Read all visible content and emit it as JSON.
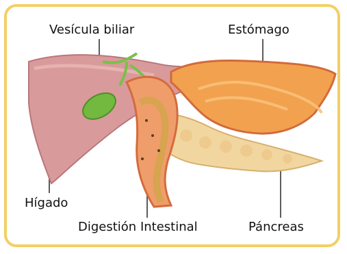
{
  "labels": {
    "gallbladder": "Vesícula biliar",
    "stomach": "Estómago",
    "liver": "Hígado",
    "intestine": "Digestión Intestinal",
    "pancreas": "Páncreas"
  },
  "colors": {
    "frame": "#f3cf63",
    "liver": "#d99a9b",
    "gallbladder": "#73b83f",
    "stomach": "#f2a24e",
    "pancreas": "#f2d6a0",
    "intestine": "#d46b3c"
  }
}
